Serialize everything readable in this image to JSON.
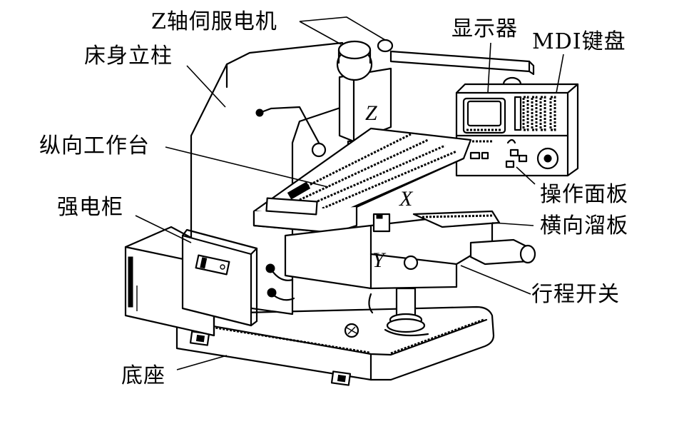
{
  "figure": {
    "subject": "CNC milling machine structure",
    "labels": {
      "z_servo_motor": "Z轴伺服电机",
      "column": "床身立柱",
      "display": "显示器",
      "mdi_keyboard": "MDI键盘",
      "longitudinal_table": "纵向工作台",
      "electrical_cabinet": "强电柜",
      "operation_panel": "操作面板",
      "cross_slide": "横向溜板",
      "limit_switch": "行程开关",
      "base": "底座"
    },
    "axes": {
      "z": "Z",
      "x": "X",
      "y": "Y"
    }
  }
}
